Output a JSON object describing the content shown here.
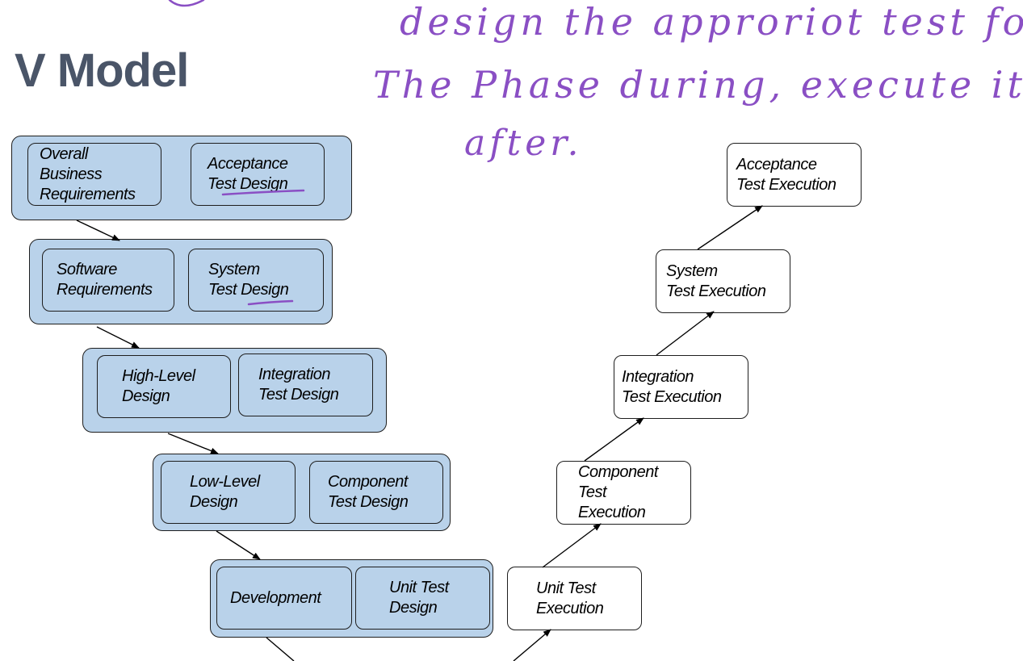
{
  "title": "V Model",
  "annotation": {
    "line1": "design  the  approriot  test  for",
    "line2": "The  Phase  during,  execute  it",
    "line3": "after."
  },
  "left_stages": [
    {
      "left": [
        "Overall",
        "Business",
        "Requirements"
      ],
      "right": [
        "Acceptance",
        "Test Design"
      ]
    },
    {
      "left": [
        "Software",
        "Requirements"
      ],
      "right": [
        "System",
        "Test Design"
      ]
    },
    {
      "left": [
        "High-Level",
        "Design"
      ],
      "right": [
        "Integration",
        "Test Design"
      ]
    },
    {
      "left": [
        "Low-Level",
        "Design"
      ],
      "right": [
        "Component",
        "Test Design"
      ]
    },
    {
      "left": [
        "Development"
      ],
      "right": [
        "Unit Test",
        "Design"
      ]
    }
  ],
  "right_stages": [
    [
      "Acceptance",
      "Test Execution"
    ],
    [
      "System",
      "Test Execution"
    ],
    [
      "Integration",
      "Test Execution"
    ],
    [
      "Component",
      "Test",
      "Execution"
    ],
    [
      "Unit Test",
      "Execution"
    ]
  ],
  "colors": {
    "box_fill": "#b9d2ea",
    "annotation": "#8a4fc4",
    "title": "#4a5568"
  }
}
